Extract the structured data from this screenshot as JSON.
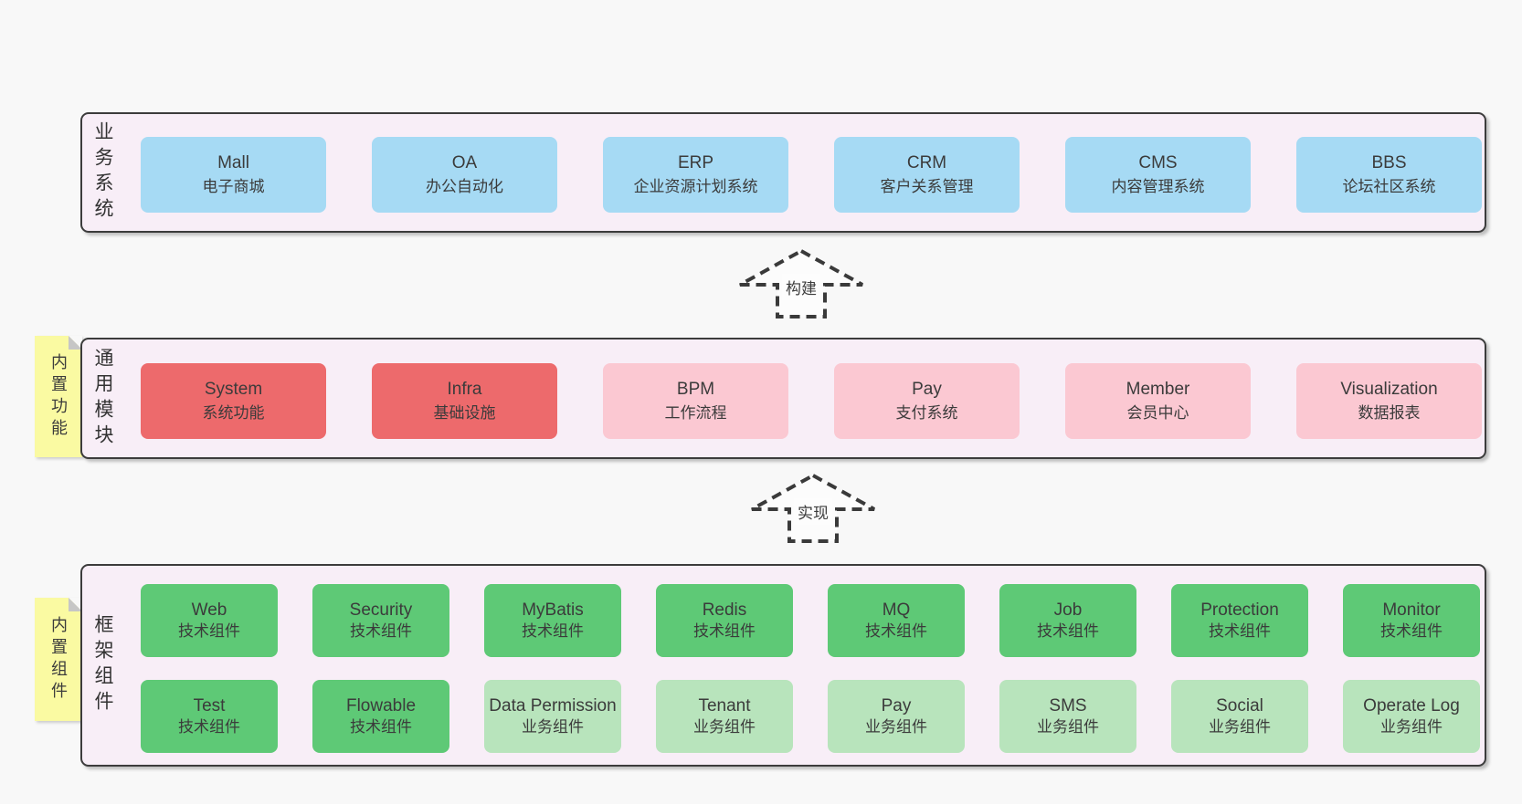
{
  "colors": {
    "page_background": "#f8f8f8",
    "band_background": "#f8eef7",
    "band_border": "#3c3c3c",
    "blue": "#a6daf4",
    "red": "#ed6a6c",
    "pink": "#fbc8d2",
    "green": "#5ec976",
    "light_green": "#b8e4bc",
    "sticky_yellow": "#fafaa2",
    "text": "#3b3b3b"
  },
  "diagram": {
    "bands": [
      {
        "id": "business-systems",
        "label": "业务系统",
        "sticky": null,
        "boxes": [
          {
            "name": "Mall",
            "subtitle": "电子商城",
            "color_key": "blue"
          },
          {
            "name": "OA",
            "subtitle": "办公自动化",
            "color_key": "blue"
          },
          {
            "name": "ERP",
            "subtitle": "企业资源计划系统",
            "color_key": "blue"
          },
          {
            "name": "CRM",
            "subtitle": "客户关系管理",
            "color_key": "blue"
          },
          {
            "name": "CMS",
            "subtitle": "内容管理系统",
            "color_key": "blue"
          },
          {
            "name": "BBS",
            "subtitle": "论坛社区系统",
            "color_key": "blue"
          }
        ]
      },
      {
        "id": "common-modules",
        "label": "通用模块",
        "sticky": "内置功能",
        "boxes": [
          {
            "name": "System",
            "subtitle": "系统功能",
            "color_key": "red"
          },
          {
            "name": "Infra",
            "subtitle": "基础设施",
            "color_key": "red"
          },
          {
            "name": "BPM",
            "subtitle": "工作流程",
            "color_key": "pink"
          },
          {
            "name": "Pay",
            "subtitle": "支付系统",
            "color_key": "pink"
          },
          {
            "name": "Member",
            "subtitle": "会员中心",
            "color_key": "pink"
          },
          {
            "name": "Visualization",
            "subtitle": "数据报表",
            "color_key": "pink"
          }
        ]
      },
      {
        "id": "framework-components",
        "label": "框架组件",
        "sticky": "内置组件",
        "rows": [
          [
            {
              "name": "Web",
              "subtitle": "技术组件",
              "color_key": "green"
            },
            {
              "name": "Security",
              "subtitle": "技术组件",
              "color_key": "green"
            },
            {
              "name": "MyBatis",
              "subtitle": "技术组件",
              "color_key": "green"
            },
            {
              "name": "Redis",
              "subtitle": "技术组件",
              "color_key": "green"
            },
            {
              "name": "MQ",
              "subtitle": "技术组件",
              "color_key": "green"
            },
            {
              "name": "Job",
              "subtitle": "技术组件",
              "color_key": "green"
            },
            {
              "name": "Protection",
              "subtitle": "技术组件",
              "color_key": "green"
            },
            {
              "name": "Monitor",
              "subtitle": "技术组件",
              "color_key": "green"
            }
          ],
          [
            {
              "name": "Test",
              "subtitle": "技术组件",
              "color_key": "green"
            },
            {
              "name": "Flowable",
              "subtitle": "技术组件",
              "color_key": "green"
            },
            {
              "name": "Data Permission",
              "subtitle": "业务组件",
              "color_key": "light_green"
            },
            {
              "name": "Tenant",
              "subtitle": "业务组件",
              "color_key": "light_green"
            },
            {
              "name": "Pay",
              "subtitle": "业务组件",
              "color_key": "light_green"
            },
            {
              "name": "SMS",
              "subtitle": "业务组件",
              "color_key": "light_green"
            },
            {
              "name": "Social",
              "subtitle": "业务组件",
              "color_key": "light_green"
            },
            {
              "name": "Operate Log",
              "subtitle": "业务组件",
              "color_key": "light_green"
            }
          ]
        ]
      }
    ],
    "arrows": [
      {
        "label": "构建"
      },
      {
        "label": "实现"
      }
    ]
  }
}
